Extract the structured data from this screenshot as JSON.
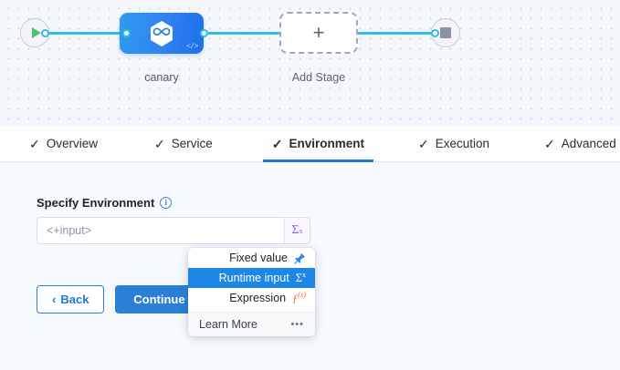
{
  "pipeline": {
    "start_node": {
      "icon": "play-icon",
      "name": "start-node"
    },
    "end_node": {
      "icon": "stop-icon",
      "name": "end-node"
    },
    "stages": [
      {
        "label": "canary",
        "icon": "harness-hexagon-icon",
        "code_glyph": "</>"
      }
    ],
    "add_stage": {
      "label": "Add Stage",
      "icon": "plus-icon"
    }
  },
  "tabs": [
    {
      "label": "Overview",
      "check": "✓",
      "active": false
    },
    {
      "label": "Service",
      "check": "✓",
      "active": false
    },
    {
      "label": "Environment",
      "check": "✓",
      "active": true
    },
    {
      "label": "Execution",
      "check": "✓",
      "active": false
    },
    {
      "label": "Advanced",
      "check": "✓",
      "active": false
    }
  ],
  "form": {
    "field_label": "Specify Environment",
    "info_icon_char": "i",
    "input_placeholder": "<+input>",
    "input_value": "",
    "sigma_label": "Σ",
    "sigma_sup": "x"
  },
  "buttons": {
    "back_label": "Back",
    "back_chevron": "‹",
    "continue_label": "Continue"
  },
  "dropdown": {
    "items": [
      {
        "label": "Fixed value",
        "icon": "pin-icon",
        "glyph": "📌",
        "selected": false
      },
      {
        "label": "Runtime input",
        "icon": "sigma-icon",
        "glyph": "Σ",
        "sup": "x",
        "selected": true
      },
      {
        "label": "Expression",
        "icon": "function-icon",
        "glyph": "ƒ",
        "sup": "(x)",
        "selected": false
      }
    ],
    "footer_label": "Learn More",
    "footer_dots": "•••"
  },
  "colors": {
    "accent_blue": "#1e87e5",
    "edge_cyan": "#33bce9",
    "sigma_purple": "#8b5cf6",
    "expression_orange": "#f06a1e",
    "play_green": "#4dc274",
    "canvas_bg": "#f4f8fc",
    "content_bg": "#f6f9fd"
  }
}
